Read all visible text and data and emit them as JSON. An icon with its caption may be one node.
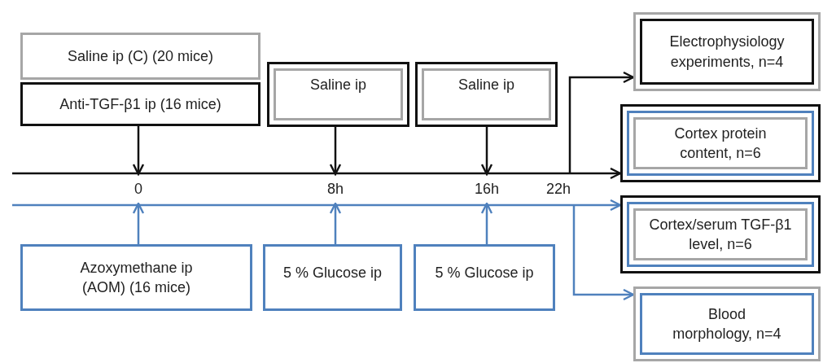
{
  "diagram": {
    "nodes": [
      {
        "text": [
          "Saline ip (C) (20 mice)"
        ]
      },
      {
        "text": [
          "Anti-TGF-β1 ip (16 mice)"
        ]
      },
      {
        "text": [
          "Saline ip"
        ]
      },
      {
        "text": [
          "Saline ip"
        ]
      },
      {
        "text": [
          "Electrophysiology experiments, n=4"
        ]
      },
      {
        "text": [
          "Cortex protein content, n=6"
        ]
      },
      {
        "text": [
          "Cortex/serum TGF-β1 level, n=6"
        ]
      },
      {
        "text": [
          "Blood morphology, n=4"
        ]
      },
      {
        "text": [
          "Azoxymethane ip (AOM) (16 mice)"
        ]
      },
      {
        "text": [
          "5 % Glucose ip"
        ]
      },
      {
        "text": [
          "5 % Glucose ip"
        ]
      },
      {
        "text": [
          "0"
        ]
      },
      {
        "text": [
          "8h"
        ]
      },
      {
        "text": [
          "16h"
        ]
      }
    ],
    "edges": [
      {
        "from": 1,
        "to": 11,
        "arrow": "to"
      },
      {
        "from": 2,
        "to": 12,
        "arrow": "to"
      },
      {
        "from": 3,
        "to": 13,
        "arrow": "to"
      },
      {
        "from": null,
        "to": 5,
        "arrow": "to"
      },
      {
        "from": null,
        "to": 4,
        "arrow": "to"
      },
      {
        "from": null,
        "to": 6,
        "arrow": "to",
        "color": "#4f81bd"
      },
      {
        "from": null,
        "to": 7,
        "arrow": "to",
        "color": "#4f81bd"
      },
      {
        "from": 8,
        "to": 11,
        "arrow": "to",
        "color": "#4f81bd"
      },
      {
        "from": 9,
        "to": 12,
        "arrow": "to",
        "color": "#4f81bd"
      },
      {
        "from": 10,
        "to": 13,
        "arrow": "to",
        "color": "#4f81bd"
      }
    ],
    "labels": [
      "22h"
    ]
  }
}
